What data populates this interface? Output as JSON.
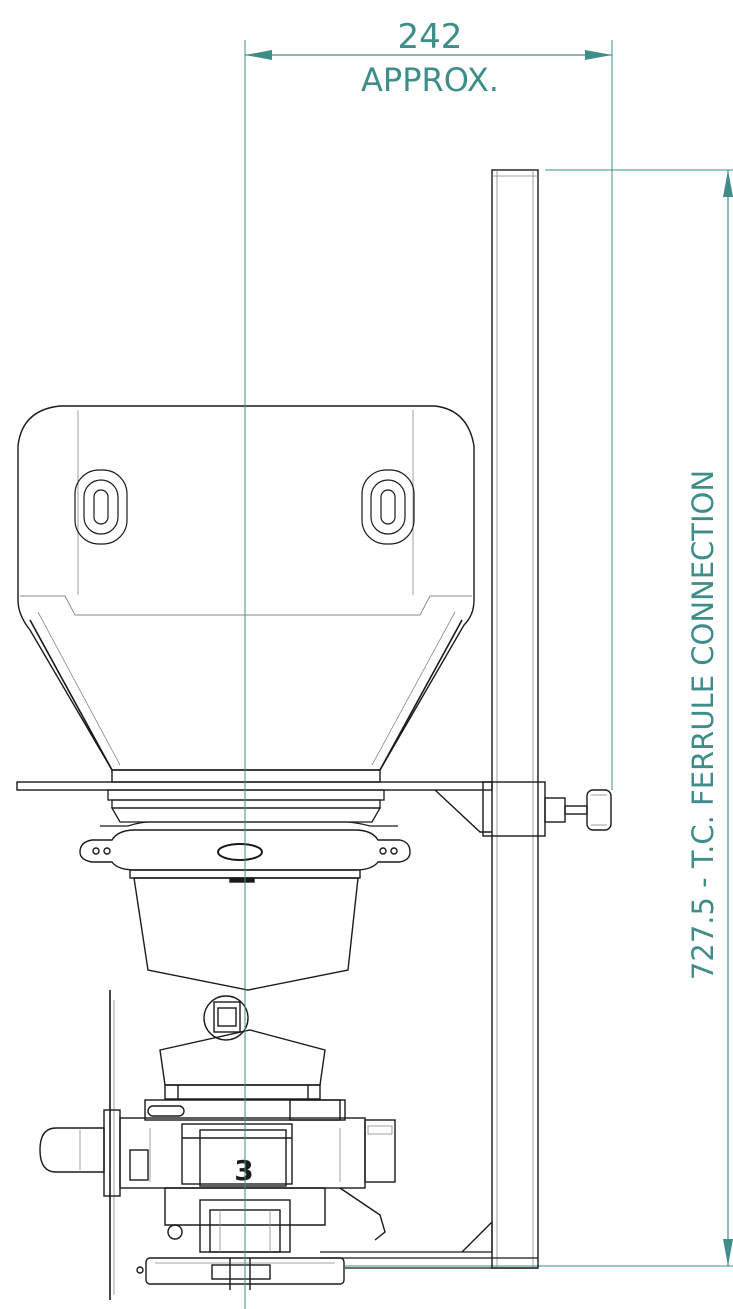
{
  "dimensions": {
    "width_value": "242",
    "width_note": "APPROX.",
    "height_label": "727.5 - T.C. FERRULE CONNECTION"
  },
  "labels": {
    "position_number": "3"
  },
  "colors": {
    "dimension": "#3f8d89",
    "outline": "#1a1a1a",
    "thin": "#7a7a7a"
  }
}
